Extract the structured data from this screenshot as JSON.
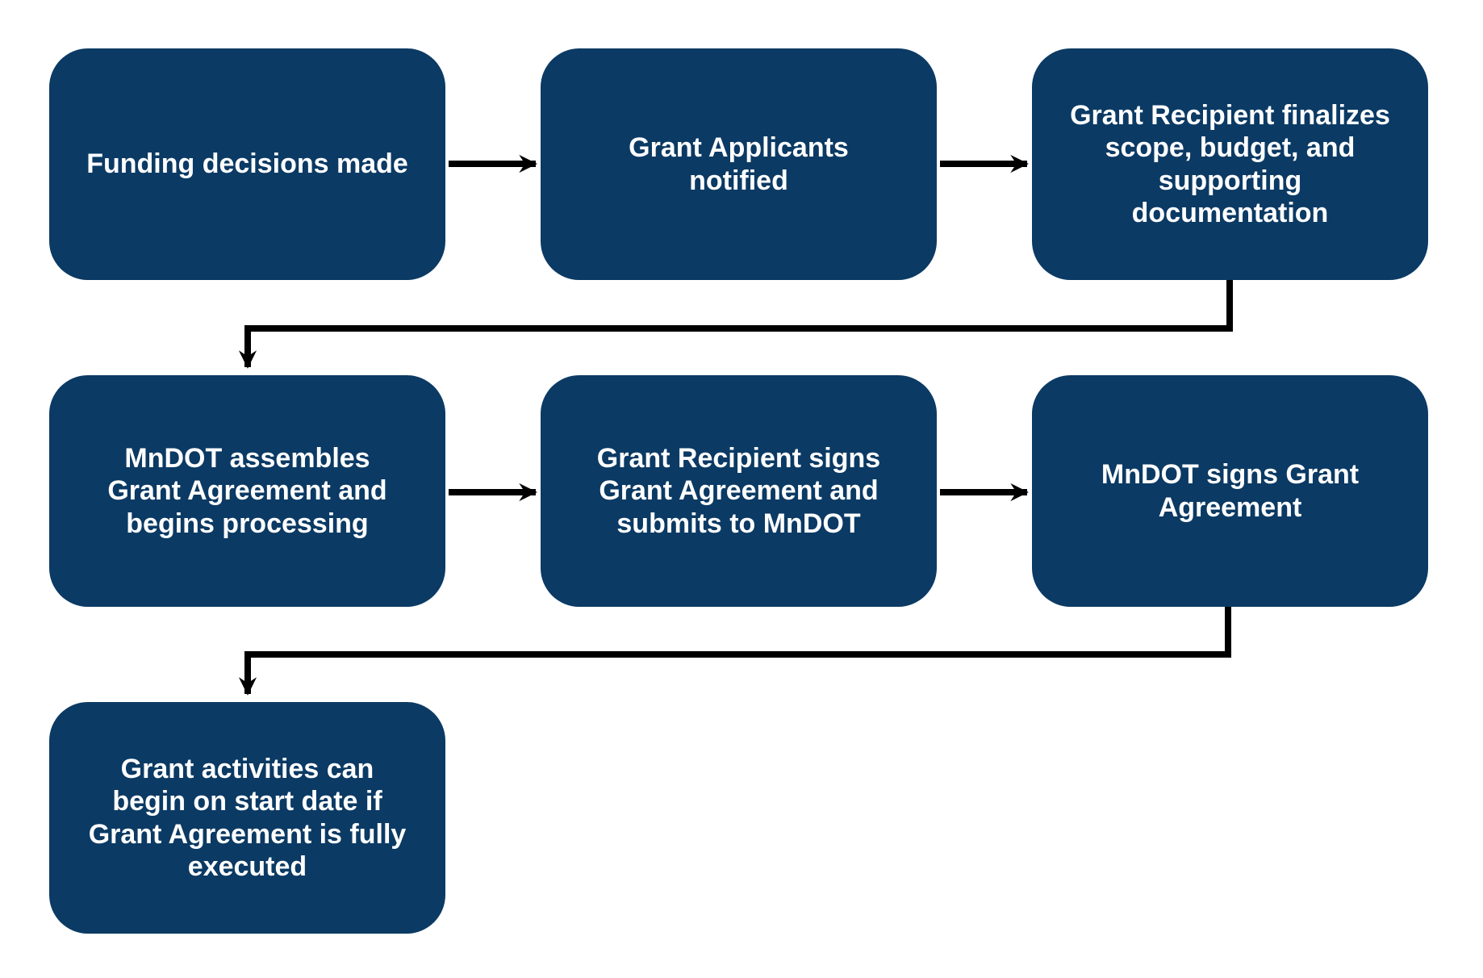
{
  "colors": {
    "node_fill": "#0b3a64",
    "node_text": "#ffffff",
    "arrow": "#000000",
    "background": "#ffffff"
  },
  "flow": {
    "nodes": [
      {
        "id": "funding-decisions-made",
        "label": "Funding decisions made"
      },
      {
        "id": "grant-applicants-notified",
        "label": "Grant Applicants\nnotified"
      },
      {
        "id": "recipient-finalizes-scope",
        "label": "Grant Recipient finalizes\nscope, budget, and\nsupporting\ndocumentation"
      },
      {
        "id": "mndot-assembles-agreement",
        "label": "MnDOT assembles\nGrant Agreement and\nbegins processing"
      },
      {
        "id": "recipient-signs-agreement",
        "label": "Grant Recipient signs\nGrant Agreement and\nsubmits to MnDOT"
      },
      {
        "id": "mndot-signs-agreement",
        "label": "MnDOT signs Grant\nAgreement"
      },
      {
        "id": "grant-activities-begin",
        "label": "Grant activities can\nbegin on start date if\nGrant Agreement is fully\nexecuted"
      }
    ],
    "edges": [
      {
        "from": "funding-decisions-made",
        "to": "grant-applicants-notified"
      },
      {
        "from": "grant-applicants-notified",
        "to": "recipient-finalizes-scope"
      },
      {
        "from": "recipient-finalizes-scope",
        "to": "mndot-assembles-agreement"
      },
      {
        "from": "mndot-assembles-agreement",
        "to": "recipient-signs-agreement"
      },
      {
        "from": "recipient-signs-agreement",
        "to": "mndot-signs-agreement"
      },
      {
        "from": "mndot-signs-agreement",
        "to": "grant-activities-begin"
      }
    ]
  }
}
